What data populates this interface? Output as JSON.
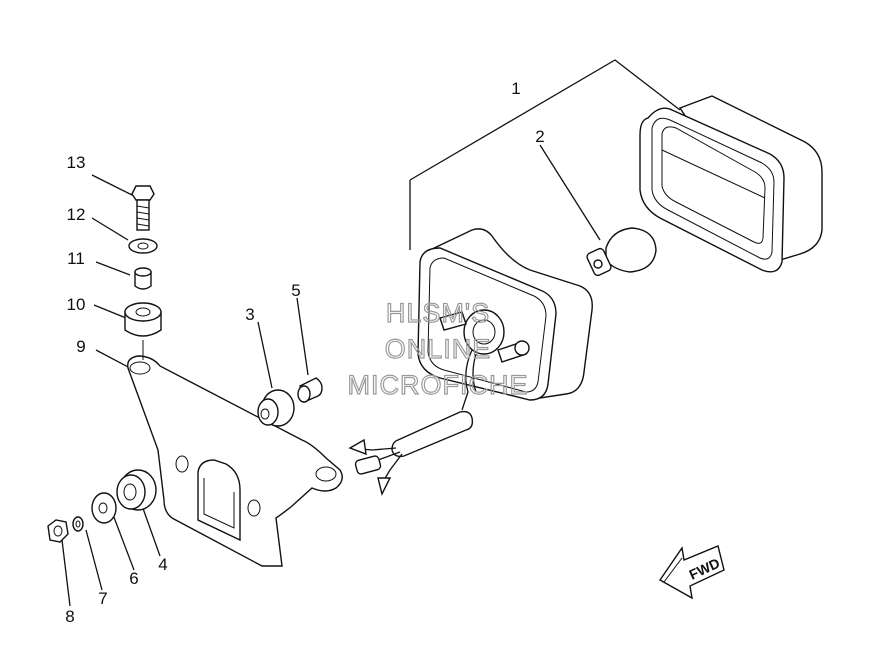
{
  "diagram": {
    "part_labels": [
      "1",
      "2",
      "3",
      "4",
      "5",
      "6",
      "7",
      "8",
      "9",
      "10",
      "11",
      "12",
      "13"
    ],
    "watermark": [
      "HLSM'S",
      "ONLINE",
      "MICROFICHE"
    ],
    "direction_label": "FWD"
  }
}
